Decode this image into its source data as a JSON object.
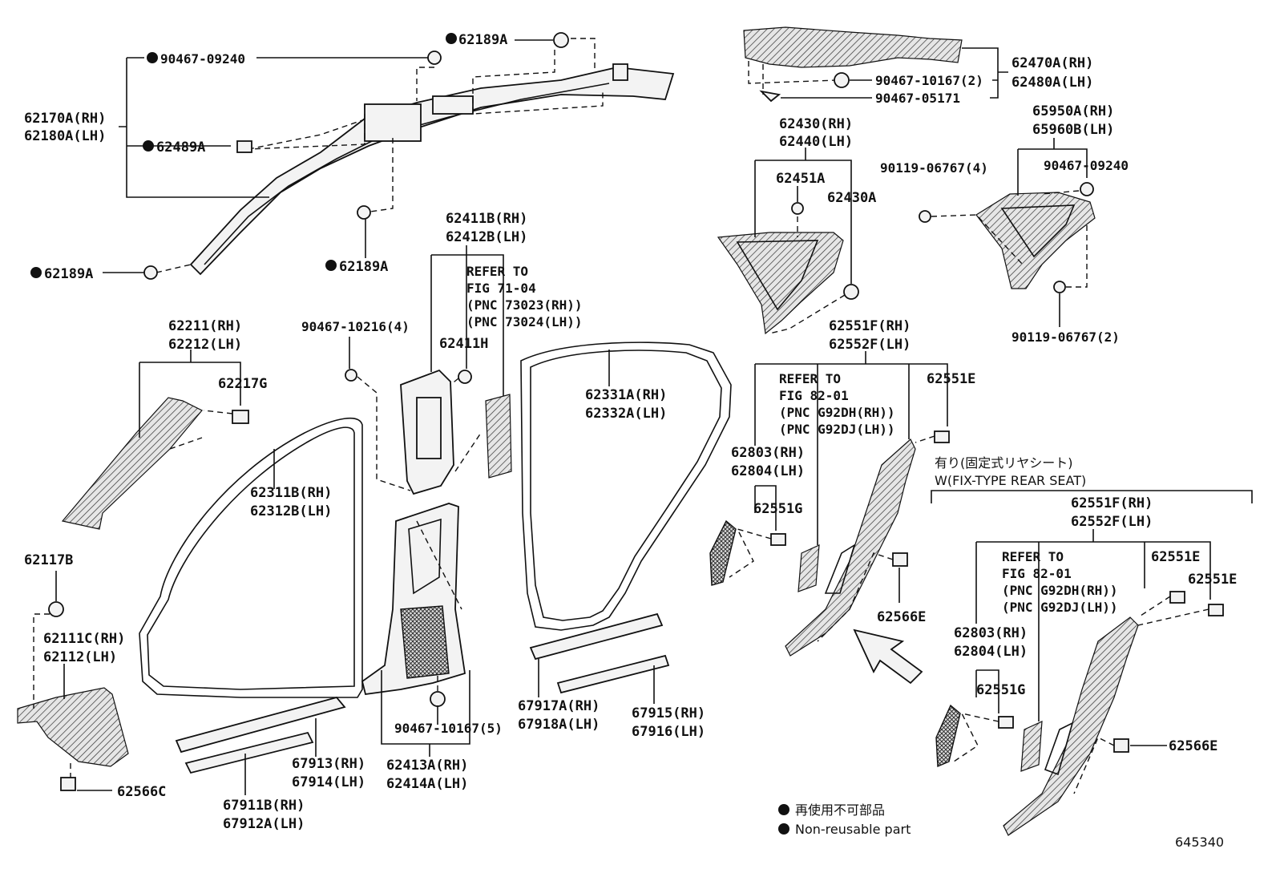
{
  "labels": {
    "c62189a_top": "62189A",
    "c90467_09240_top": "90467-09240",
    "p62170a": "62170A(RH)",
    "p62180a": "62180A(LH)",
    "c62489a": "62489A",
    "c62189a_left": "62189A",
    "c62189a_mid": "62189A",
    "p62470a": "62470A(RH)",
    "p62480a": "62480A(LH)",
    "c90467_10167_2": "90467-10167(2)",
    "c90467_05171": "90467-05171",
    "p62430": "62430(RH)",
    "p62440": "62440(LH)",
    "c62451a": "62451A",
    "c62430a": "62430A",
    "p65950a": "65950A(RH)",
    "p65960b": "65960B(LH)",
    "c90119_06767_4": "90119-06767(4)",
    "c90467_09240_right": "90467-09240",
    "c90119_06767_2": "90119-06767(2)",
    "p62411b": "62411B(RH)",
    "p62412b": "62412B(LH)",
    "ref71_1": "REFER TO",
    "ref71_2": "FIG 71-04",
    "ref71_3": "(PNC 73023(RH))",
    "ref71_4": "(PNC 73024(LH))",
    "c62411h": "62411H",
    "c90467_10216": "90467-10216(4)",
    "p62211": "62211(RH)",
    "p62212": "62212(LH)",
    "c62217g": "62217G",
    "p62311b": "62311B(RH)",
    "p62312b": "62312B(LH)",
    "p62331a": "62331A(RH)",
    "p62332a": "62332A(LH)",
    "p62551f_a": "62551F(RH)",
    "p62552f_a": "62552F(LH)",
    "refG_1": "REFER TO",
    "refG_2": "FIG 82-01",
    "refG_3": "(PNC G92DH(RH))",
    "refG_4": "(PNC G92DJ(LH))",
    "c62551e_a": "62551E",
    "p62803_a": "62803(RH)",
    "p62804_a": "62804(LH)",
    "c62551g_a": "62551G",
    "c62566e_a": "62566E",
    "c62117b": "62117B",
    "p62111c": "62111C(RH)",
    "p62112": "62112(LH)",
    "c62566c": "62566C",
    "c90467_10167_5": "90467-10167(5)",
    "p62413a": "62413A(RH)",
    "p62414a": "62414A(LH)",
    "p67913": "67913(RH)",
    "p67914": "67914(LH)",
    "p67911b": "67911B(RH)",
    "p67912a": "67912A(LH)",
    "p67917a": "67917A(RH)",
    "p67918a": "67918A(LH)",
    "p67915": "67915(RH)",
    "p67916": "67916(LH)",
    "cond_jp": "有り(固定式リヤシート)",
    "cond_en": "W(FIX-TYPE REAR SEAT)",
    "p62551f_b": "62551F(RH)",
    "p62552f_b": "62552F(LH)",
    "refG2_1": "REFER TO",
    "refG2_2": "FIG 82-01",
    "refG2_3": "(PNC G92DH(RH))",
    "refG2_4": "(PNC G92DJ(LH))",
    "c62551e_b1": "62551E",
    "c62551e_b2": "62551E",
    "p62803_b": "62803(RH)",
    "p62804_b": "62804(LH)",
    "c62551g_b": "62551G",
    "c62566e_b": "62566E",
    "legend_jp": "再使用不可部品",
    "legend_en": "Non-reusable part",
    "fig_no": "645340"
  }
}
